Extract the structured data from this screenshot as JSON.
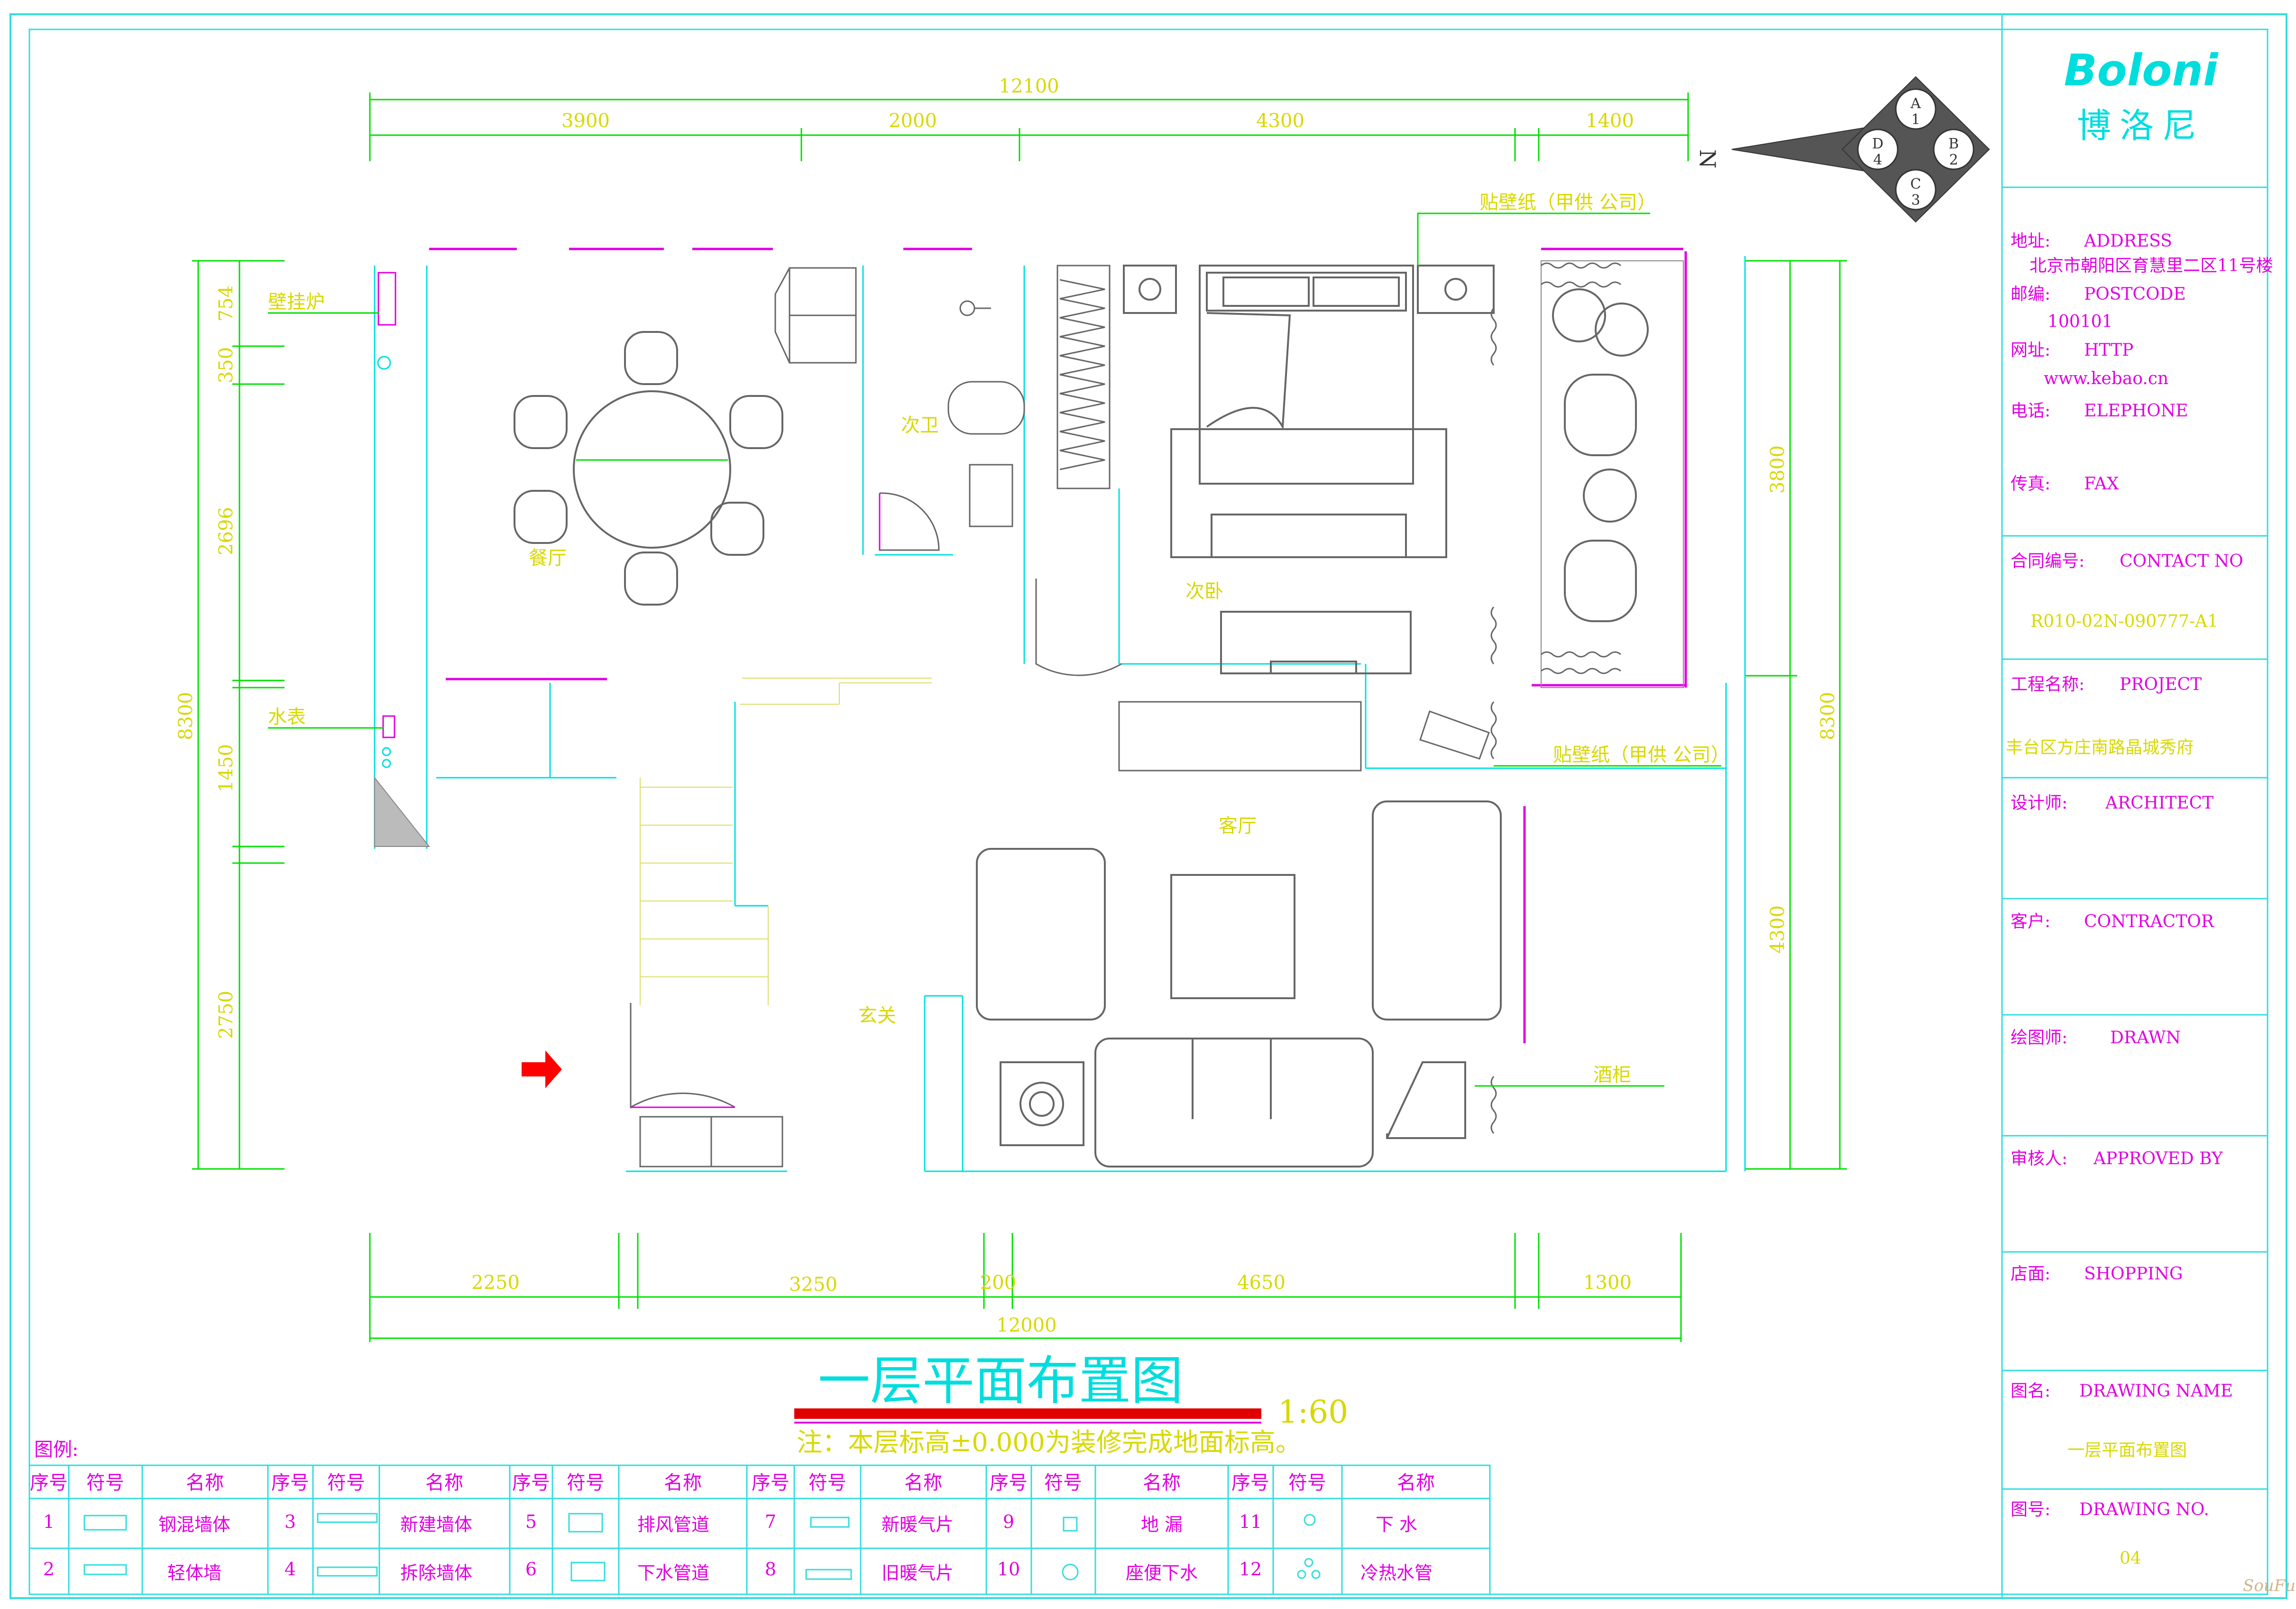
{
  "colors": {
    "line": "#00e0e0",
    "frame": "#33dddd",
    "dim": "#00e000",
    "text_yellow": "#d8d800",
    "magenta": "#e000e0",
    "title_cyan": "#00dddd",
    "red": "#ff0000",
    "wall_gray": "#888888"
  },
  "brand": {
    "name": "Boloni",
    "cn": "博洛尼"
  },
  "compass": {
    "north": "N",
    "cells": [
      "A\n1",
      "B\n2",
      "C\n3",
      "D\n4"
    ]
  },
  "dims": {
    "top_total": "12100",
    "top": [
      "3900",
      "2000",
      "4300",
      "1400"
    ],
    "bottom": [
      "2250",
      "3250",
      "200",
      "4650",
      "1300"
    ],
    "bottom_total": "12000",
    "left_total": "8300",
    "left": [
      "754",
      "350",
      "2696",
      "1450",
      "2750"
    ],
    "right_total": "8300",
    "right": [
      "3800",
      "4300"
    ]
  },
  "rooms": {
    "dining": "餐厅",
    "bath": "次卫",
    "bedroom": "次卧",
    "living": "客厅",
    "entrance": "玄关",
    "boiler": "壁挂炉",
    "water_meter": "水表",
    "wallpaper_top": "贴壁纸（甲供 公司）",
    "wallpaper_bottom": "贴壁纸（甲供 公司）",
    "wine_cabinet": "酒柜"
  },
  "title": {
    "main": "一层平面布置图",
    "scale": "1:60",
    "note": "注：本层标高±0.000为装修完成地面标高。"
  },
  "legend": {
    "label": "图例:",
    "headers": [
      "序号",
      "符号",
      "名称",
      "序号",
      "符号",
      "名称",
      "序号",
      "符号",
      "名称",
      "序号",
      "符号",
      "名称",
      "序号",
      "符号",
      "名称",
      "序号",
      "符号",
      "名称"
    ],
    "rows": [
      [
        {
          "n": "1",
          "name": "钢混墙体"
        },
        {
          "n": "3",
          "name": "新建墙体"
        },
        {
          "n": "5",
          "name": "排风管道"
        },
        {
          "n": "7",
          "name": "新暖气片"
        },
        {
          "n": "9",
          "name": "地 漏"
        },
        {
          "n": "11",
          "name": "下 水"
        }
      ],
      [
        {
          "n": "2",
          "name": "轻体墙"
        },
        {
          "n": "4",
          "name": "拆除墙体"
        },
        {
          "n": "6",
          "name": "下水管道"
        },
        {
          "n": "8",
          "name": "旧暖气片"
        },
        {
          "n": "10",
          "name": "座便下水"
        },
        {
          "n": "12",
          "name": "冷热水管"
        }
      ]
    ]
  },
  "title_block": {
    "address_label": "地址:",
    "address_en": "ADDRESS",
    "address_value": "北京市朝阳区育慧里二区11号楼",
    "post_label": "邮编:",
    "post_en": "POSTCODE",
    "post_value": "100101",
    "web_label": "网址:",
    "web_en": "HTTP",
    "web_value": "www.kebao.cn",
    "tel_label": "电话:",
    "tel_en": "ELEPHONE",
    "fax_label": "传真:",
    "fax_en": "FAX",
    "contract_label": "合同编号:",
    "contract_en": "CONTACT NO",
    "contract_value": "R010-02N-090777-A1",
    "project_label": "工程名称:",
    "project_en": "PROJECT",
    "project_value": "丰台区方庄南路晶城秀府",
    "designer_label": "设计师:",
    "designer_en": "ARCHITECT",
    "client_label": "客户:",
    "client_en": "CONTRACTOR",
    "drawn_label": "绘图师:",
    "drawn_en": "DRAWN",
    "approved_label": "审核人:",
    "approved_en": "APPROVED BY",
    "shop_label": "店面:",
    "shop_en": "SHOPPING",
    "name_label": "图名:",
    "name_en": "DRAWING NAME",
    "name_value": "一层平面布置图",
    "no_label": "图号:",
    "no_en": "DRAWING NO.",
    "no_value": "04"
  },
  "watermark": "SouFun"
}
